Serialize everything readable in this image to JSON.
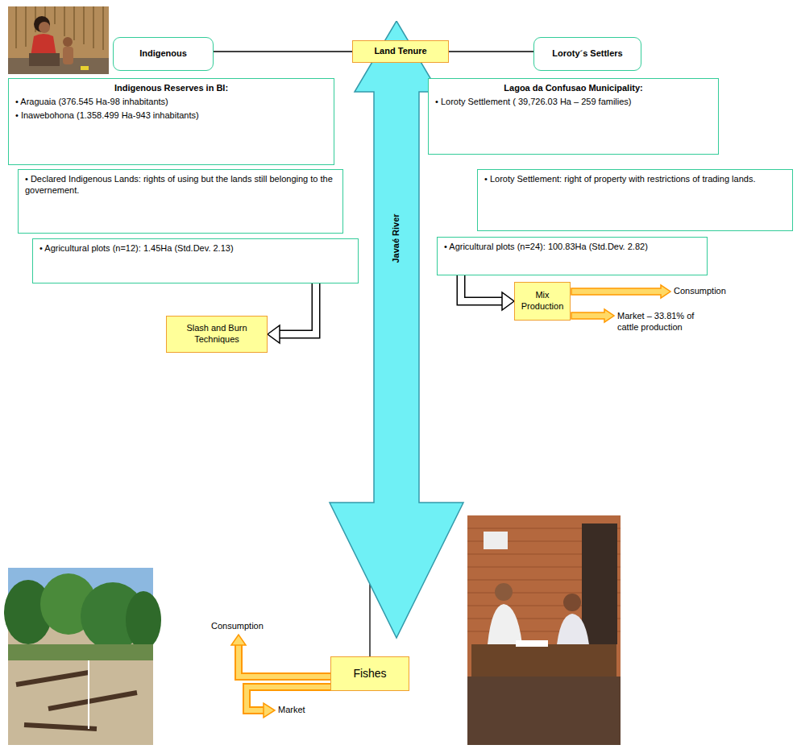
{
  "diagram": {
    "nodes": [
      {
        "text": [
          "Javaé River"
        ]
      },
      {
        "text": [
          "Land Tenure"
        ]
      },
      {
        "text": [
          "Indigenous"
        ]
      },
      {
        "text": [
          "Loroty´s Settlers"
        ]
      },
      {
        "text": [
          "Indigenous Reserves in BI:",
          "• Araguaia (376.545 Ha-98 inhabitants)",
          "• Inawebohona (1.358.499 Ha-943 inhabitants)"
        ]
      },
      {
        "text": [
          "Lagoa da Confusao Municipality:",
          "• Loroty Settlement ( 39,726.03 Ha – 259 families)"
        ]
      },
      {
        "text": [
          "• Declared Indigenous Lands: rights of using but the lands still belonging to the governement."
        ]
      },
      {
        "text": [
          "• Loroty Settlement: right of property with restrictions of trading lands."
        ]
      },
      {
        "text": [
          "• Agricultural plots (n=12): 1.45Ha (Std.Dev. 2.13)"
        ]
      },
      {
        "text": [
          "• Agricultural plots (n=24): 100.83Ha (Std.Dev. 2.82)"
        ]
      },
      {
        "text": [
          "Slash and Burn Techniques"
        ]
      },
      {
        "text": [
          "Mix Production"
        ]
      },
      {
        "text": [
          "Fishes"
        ]
      }
    ],
    "edges": [
      {
        "from": 1,
        "to": 2,
        "arrow": "none"
      },
      {
        "from": 1,
        "to": 3,
        "arrow": "none"
      },
      {
        "from": 8,
        "to": 10,
        "arrow": "to"
      },
      {
        "from": 9,
        "to": 11,
        "arrow": "to"
      },
      {
        "from": 12,
        "to": 0,
        "arrow": "none"
      }
    ],
    "labels": [
      "Consumption",
      "Market – 33.81% of cattle production",
      "Consumption",
      "Market"
    ]
  }
}
